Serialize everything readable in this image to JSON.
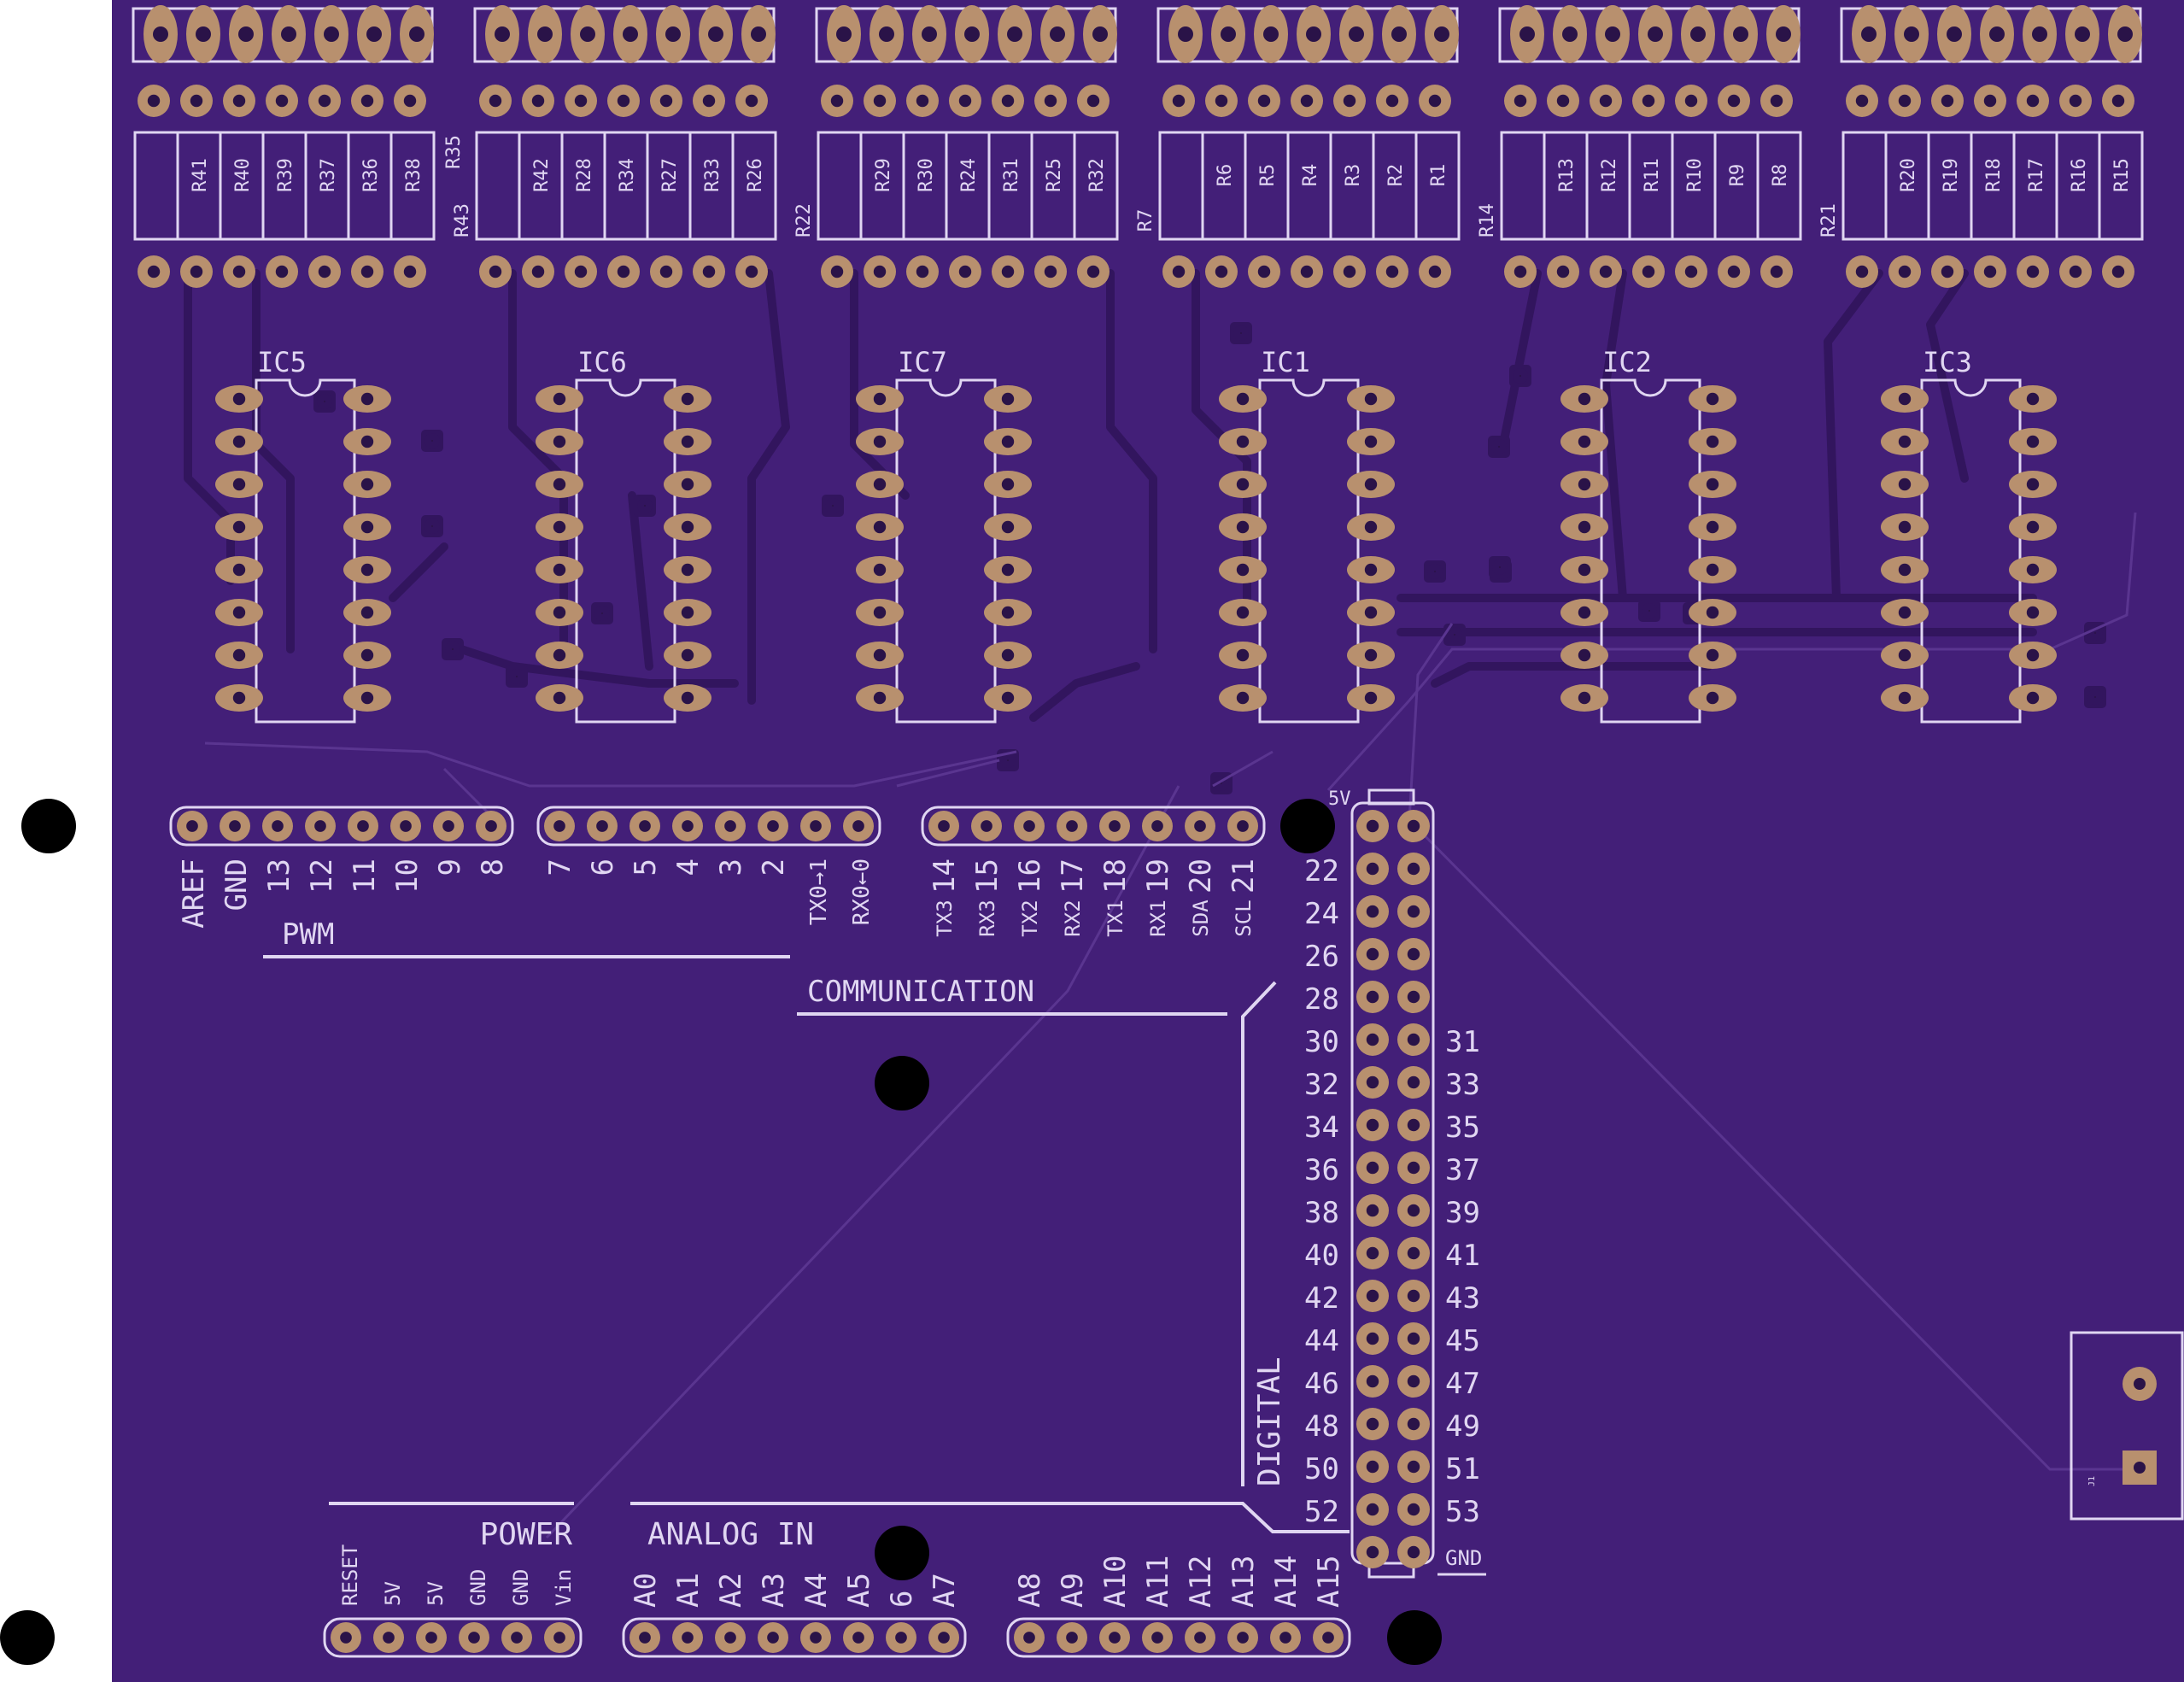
{
  "colors": {
    "board": "#431f78",
    "trace": "#32155e",
    "trace_light": "#5a3590",
    "pad": "#b8906e",
    "drill": "#2a1348",
    "silk": "#e0d6f2",
    "mount_hole": "#000000"
  },
  "ic_labels": [
    "IC5",
    "IC6",
    "IC7",
    "IC1",
    "IC2",
    "IC3"
  ],
  "resistor_banks": [
    {
      "left": "",
      "names": [
        "R41",
        "R40",
        "R39",
        "R37",
        "R36",
        "R38"
      ],
      "right": "R35"
    },
    {
      "left": "R43",
      "names": [
        "R42",
        "R28",
        "R34",
        "R27",
        "R33",
        "R26"
      ],
      "right": ""
    },
    {
      "left": "R22",
      "names": [
        "R29",
        "R30",
        "R24",
        "R31",
        "R25",
        "R32"
      ],
      "right": ""
    },
    {
      "left": "R7",
      "names": [
        "R6",
        "R5",
        "R4",
        "R3",
        "R2",
        "R1"
      ],
      "right": ""
    },
    {
      "left": "R14",
      "names": [
        "R13",
        "R12",
        "R11",
        "R10",
        "R9",
        "R8"
      ],
      "right": ""
    },
    {
      "left": "R21",
      "names": [
        "R20",
        "R19",
        "R18",
        "R17",
        "R16",
        "R15"
      ],
      "right": ""
    }
  ],
  "pwm_header": {
    "pins": [
      "AREF",
      "GND",
      "13",
      "12",
      "11",
      "10",
      "9",
      "8"
    ],
    "label": "PWM"
  },
  "digital_low_header": {
    "pins": [
      "7",
      "6",
      "5",
      "4",
      "3",
      "2",
      "TX0→1",
      "RX0←0"
    ]
  },
  "comm_header": {
    "pins": [
      "14",
      "15",
      "16",
      "17",
      "18",
      "19",
      "20",
      "21"
    ],
    "sublabels": [
      "TX3",
      "RX3",
      "TX2",
      "RX2",
      "TX1",
      "RX1",
      "SDA",
      "SCL"
    ],
    "label": "COMMUNICATION"
  },
  "digital_header": {
    "top_label": "5V",
    "left_labels": [
      "22",
      "24",
      "26",
      "28",
      "30",
      "32",
      "34",
      "36",
      "38",
      "40",
      "42",
      "44",
      "46",
      "48",
      "50",
      "52"
    ],
    "right_labels": [
      "31",
      "33",
      "35",
      "37",
      "39",
      "41",
      "43",
      "45",
      "47",
      "49",
      "51",
      "53"
    ],
    "bottom_label": "GND",
    "label": "DIGITAL"
  },
  "power_header": {
    "pins": [
      "RESET",
      "5V",
      "5V",
      "GND",
      "GND",
      "Vin"
    ],
    "label": "POWER"
  },
  "analog_header": {
    "pins": [
      "A0",
      "A1",
      "A2",
      "A3",
      "A4",
      "A5",
      "6",
      "A7"
    ],
    "label": "ANALOG IN"
  },
  "analog_high_header": {
    "pins": [
      "A8",
      "A9",
      "A10",
      "A11",
      "A12",
      "A13",
      "A14",
      "A15"
    ]
  },
  "connector": {
    "label": "J1"
  }
}
